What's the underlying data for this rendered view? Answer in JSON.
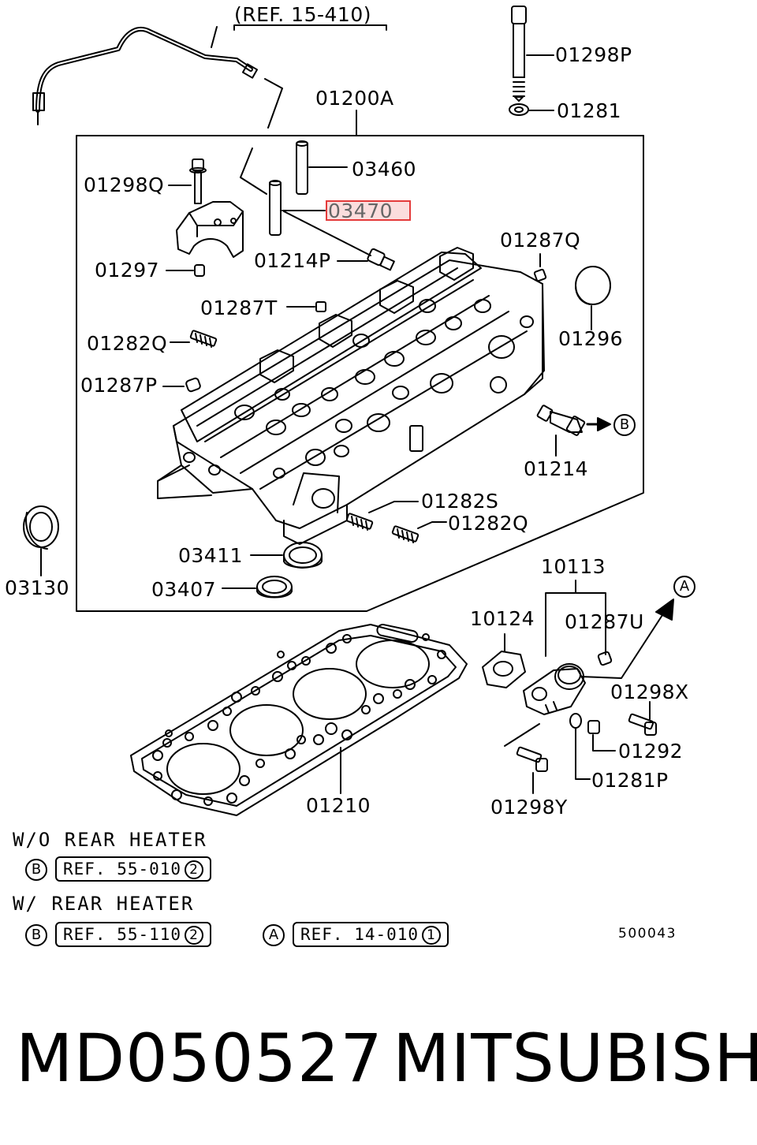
{
  "labels": {
    "ref_oil_line": "(REF. 15-410)",
    "p01298P": "01298P",
    "p01281": "01281",
    "p01200A": "01200A",
    "p03460": "03460",
    "p01298Q": "01298Q",
    "p03470": "03470",
    "p01297": "01297",
    "p01214P": "01214P",
    "p01287Q": "01287Q",
    "p01287T": "01287T",
    "p01296": "01296",
    "p01282Q_left": "01282Q",
    "p01287P": "01287P",
    "p01214": "01214",
    "p01282S": "01282S",
    "p01282Q_right": "01282Q",
    "p03130": "03130",
    "p03411": "03411",
    "p03407": "03407",
    "p10113": "10113",
    "p10124": "10124",
    "p01287U": "01287U",
    "p01298X": "01298X",
    "p01292": "01292",
    "p01281P": "01281P",
    "p01210": "01210",
    "p01298Y": "01298Y",
    "marker_b": "B",
    "marker_a": "A",
    "diagram_code": "500043"
  },
  "notes": {
    "wo_heater": "W/O REAR HEATER",
    "wo_ref": "REF. 55-010",
    "wo_ref_num": "2",
    "w_heater": "W/ REAR HEATER",
    "w_ref": "REF. 55-110",
    "w_ref_num": "2",
    "a_ref": "REF. 14-010",
    "a_ref_num": "1",
    "b_marker": "B",
    "a_marker": "A"
  },
  "footer": {
    "part_number": "MD050527",
    "brand": "MITSUBISHI"
  },
  "highlight_color": "#e43b3b"
}
